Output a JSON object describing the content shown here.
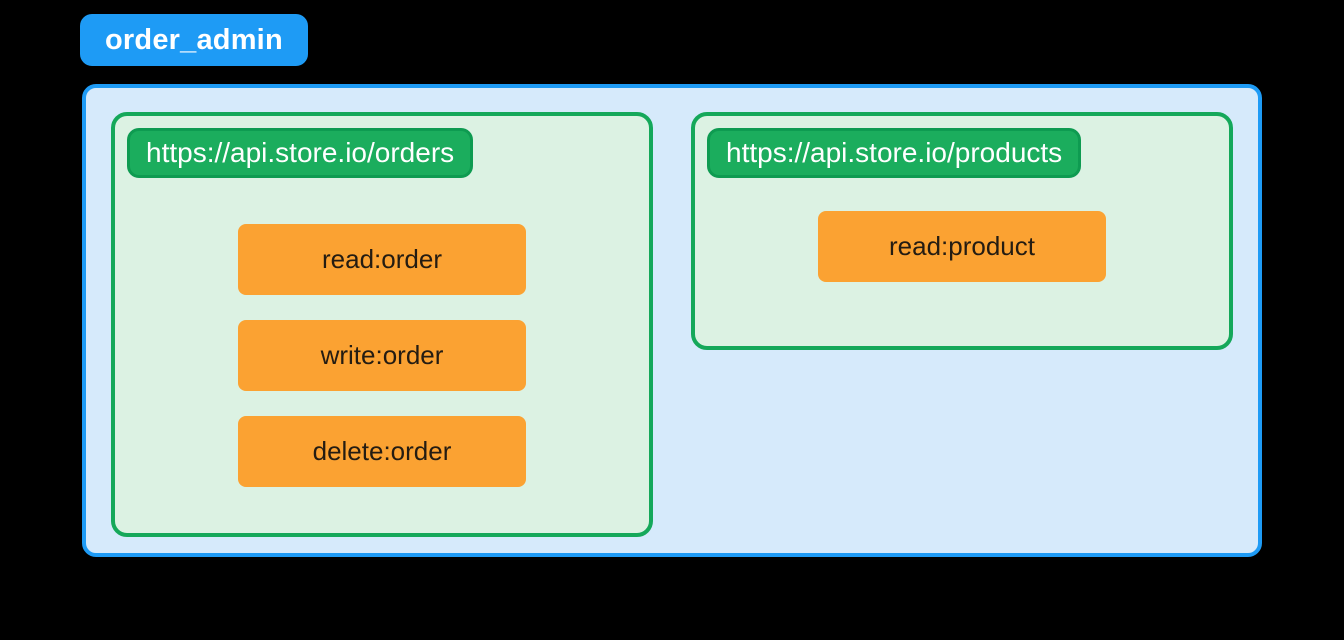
{
  "role": {
    "name": "order_admin",
    "badge_color": "#1E9BF5",
    "container_fill": "#D6EAFB",
    "container_border": "#1E9BF5"
  },
  "resources": [
    {
      "url": "https://api.store.io/orders",
      "header_fill": "#1BAD5D",
      "header_border": "#0E9B51",
      "panel_fill": "#DCF2E3",
      "panel_border": "#15A85A",
      "scopes": [
        {
          "label": "read:order"
        },
        {
          "label": "write:order"
        },
        {
          "label": "delete:order"
        }
      ]
    },
    {
      "url": "https://api.store.io/products",
      "header_fill": "#1BAD5D",
      "header_border": "#0E9B51",
      "panel_fill": "#DCF2E3",
      "panel_border": "#15A85A",
      "scopes": [
        {
          "label": "read:product"
        }
      ]
    }
  ],
  "scope_chip": {
    "fill": "#FBA232",
    "text_color": "#241C12"
  },
  "background": "#000000"
}
